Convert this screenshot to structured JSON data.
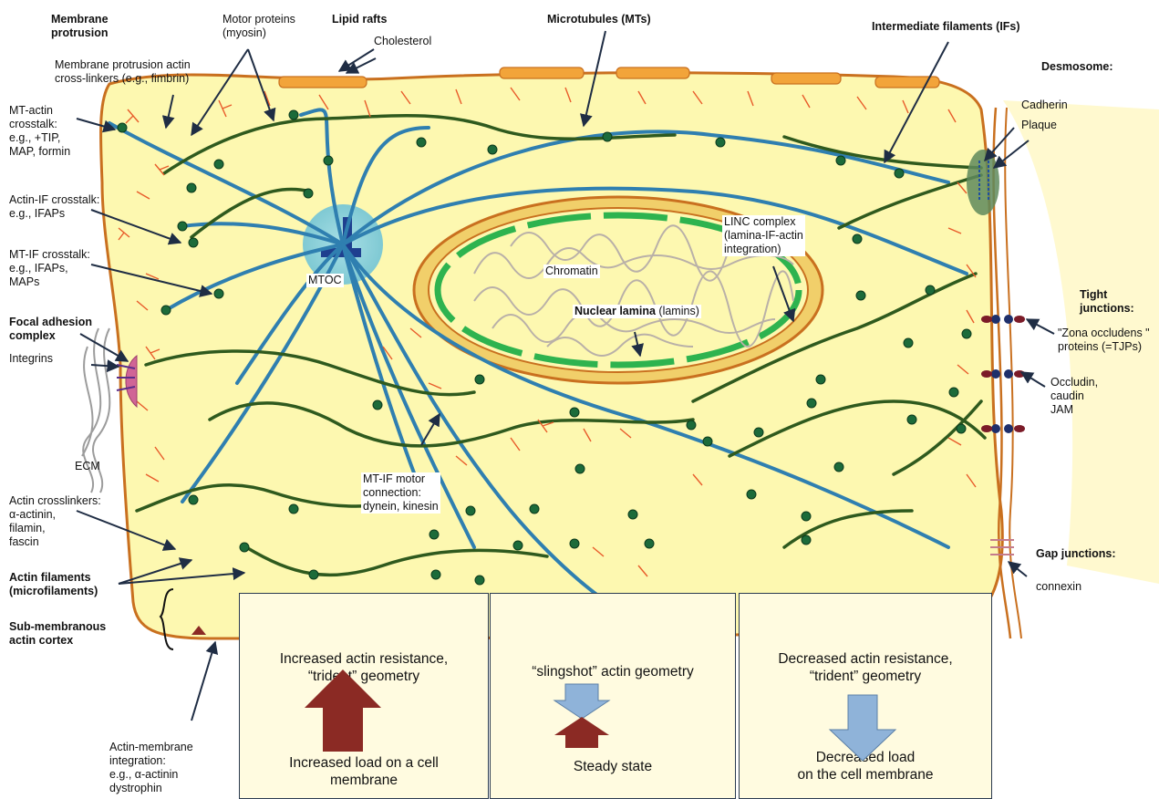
{
  "labels": {
    "membrane_protrusion": "Membrane\nprotrusion",
    "motor_proteins": "Motor proteins\n(myosin)",
    "lipid_rafts": "Lipid rafts",
    "cholesterol": "Cholesterol",
    "microtubules": "Microtubules (MTs)",
    "intermediate_filaments": "Intermediate filaments (IFs)",
    "desmosome": "Desmosome:",
    "cadherin": "Cadherin",
    "plaque": "Plaque",
    "membrane_protrusion_crosslinkers": "Membrane protrusion actin\ncross-linkers (e.g., fimbrin)",
    "mt_actin_crosstalk": "MT-actin\ncrosstalk:\ne.g., +TIP,\nMAP, formin",
    "actin_if_crosstalk": "Actin-IF crosstalk:\ne.g., IFAPs",
    "mt_if_crosstalk": "MT-IF crosstalk:\ne.g., IFAPs,\nMAPs",
    "focal_adhesion": "Focal adhesion\ncomplex",
    "integrins": "Integrins",
    "ecm": "ECM",
    "actin_crosslinkers": "Actin crosslinkers:\nα-actinin,\nfilamin,\nfascin",
    "actin_filaments": "Actin filaments\n(microfilaments)",
    "sub_membranous": "Sub-membranous\nactin cortex",
    "actin_membrane": "Actin-membrane\nintegration:\ne.g., α-actinin\ndystrophin",
    "mtoc": "MTOC",
    "chromatin": "Chromatin",
    "nuclear_lamina_bold": "Nuclear lamina",
    "nuclear_lamina_rest": " (lamins)",
    "linc_complex": "LINC complex\n(lamina-IF-actin\nintegration)",
    "mt_if_motor": "MT-IF motor\nconnection:\ndynein, kinesin",
    "tight_junctions": "Tight\njunctions:",
    "zona_occludens": "\"Zona occludens \"\nproteins (=TJPs)",
    "occludin": "Occludin,\ncaudin\nJAM",
    "gap_junctions": "Gap junctions:",
    "connexin": "connexin"
  },
  "panels": [
    {
      "title": "Increased actin resistance,\n“trident” geometry",
      "footer": "Increased load on a cell\nmembrane",
      "arrow": "up"
    },
    {
      "title": "“slingshot” actin geometry",
      "footer": "Steady state",
      "arrow": "both"
    },
    {
      "title": "Decreased actin resistance,\n“trident” geometry",
      "footer": "Decreased load\non the cell membrane",
      "arrow": "down"
    }
  ],
  "colors": {
    "cytoplasm": "#fdf8b0",
    "membrane": "#d9822b",
    "microtubule": "#2f7fb0",
    "intermediate_filament": "#2f5a1e",
    "node": "#1c6b3a",
    "actin": "#e85b2a",
    "lamina": "#2eb34f",
    "arrow_up": "#8b2a24",
    "arrow_down": "#8fb3d9"
  }
}
